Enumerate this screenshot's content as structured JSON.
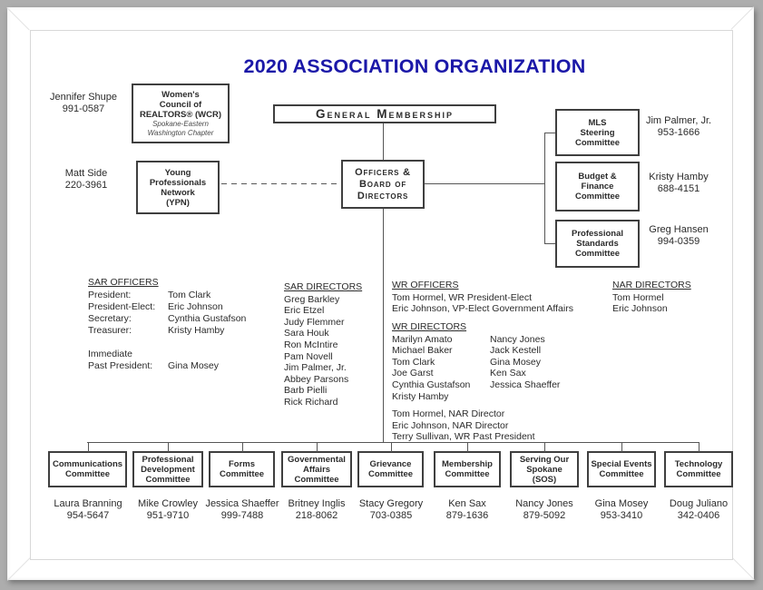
{
  "page": {
    "title": "2020 ASSOCIATION ORGANIZATION",
    "title_color": "#1b18a8",
    "line_color": "#565656"
  },
  "org": {
    "wcr": {
      "name_lines": [
        "Women's",
        "Council of",
        "REALTORS® (WCR)"
      ],
      "chapter_lines": [
        "Spokane-Eastern",
        "Washington Chapter"
      ],
      "contact_name": "Jennifer Shupe",
      "contact_phone": "991-0587"
    },
    "general_membership": {
      "label": "General Membership"
    },
    "ypn": {
      "name_lines": [
        "Young",
        "Professionals",
        "Network",
        "(YPN)"
      ],
      "contact_name": "Matt Side",
      "contact_phone": "220-3961"
    },
    "officers_board": {
      "name_lines": [
        "Officers &",
        "Board of",
        "Directors"
      ]
    },
    "mls": {
      "name_lines": [
        "MLS",
        "Steering",
        "Committee"
      ],
      "contact_name": "Jim Palmer, Jr.",
      "contact_phone": "953-1666"
    },
    "budget": {
      "name_lines": [
        "Budget &",
        "Finance",
        "Committee"
      ],
      "contact_name": "Kristy Hamby",
      "contact_phone": "688-4151"
    },
    "prof_standards": {
      "name_lines": [
        "Professional",
        "Standards",
        "Committee"
      ],
      "contact_name": "Greg Hansen",
      "contact_phone": "994-0359"
    }
  },
  "rosters": {
    "sar_officers": {
      "heading": "SAR OFFICERS",
      "rows": [
        {
          "label": "President:",
          "value": "Tom Clark"
        },
        {
          "label": "President-Elect:",
          "value": "Eric Johnson"
        },
        {
          "label": "Secretary:",
          "value": "Cynthia Gustafson"
        },
        {
          "label": "Treasurer:",
          "value": "Kristy Hamby"
        },
        {
          "label": "",
          "value": ""
        },
        {
          "label": "Immediate",
          "value": ""
        },
        {
          "label": "Past President:",
          "value": "Gina Mosey"
        }
      ]
    },
    "sar_directors": {
      "heading": "SAR DIRECTORS",
      "members": [
        "Greg Barkley",
        "Eric Etzel",
        "Judy Flemmer",
        "Sara Houk",
        "Ron McIntire",
        "Pam Novell",
        "Jim Palmer, Jr.",
        "Abbey Parsons",
        "Barb Pielli",
        "Rick Richard"
      ]
    },
    "wr_officers": {
      "heading": "WR OFFICERS",
      "members": [
        "Tom Hormel, WR President-Elect",
        "Eric Johnson, VP-Elect Government Affairs"
      ]
    },
    "wr_directors": {
      "heading": "WR DIRECTORS",
      "column1": [
        "Marilyn Amato",
        "Michael Baker",
        "Tom Clark",
        "Joe Garst",
        "Cynthia Gustafson",
        "Kristy Hamby"
      ],
      "column2": [
        "Nancy Jones",
        "Jack Kestell",
        "Gina Mosey",
        "Ken Sax",
        "Jessica Shaeffer"
      ],
      "notes": [
        "Tom Hormel, NAR Director",
        "Eric Johnson, NAR Director",
        "Terry Sullivan, WR Past President"
      ]
    },
    "nar_directors": {
      "heading": "NAR DIRECTORS",
      "members": [
        "Tom Hormel",
        "Eric Johnson"
      ]
    }
  },
  "committees": [
    {
      "title_lines": [
        "Communications",
        "Committee"
      ],
      "chair": "Laura Branning",
      "phone": "954-5647"
    },
    {
      "title_lines": [
        "Professional",
        "Development",
        "Committee"
      ],
      "chair": "Mike Crowley",
      "phone": "951-9710"
    },
    {
      "title_lines": [
        "Forms",
        "Committee"
      ],
      "chair": "Jessica Shaeffer",
      "phone": "999-7488"
    },
    {
      "title_lines": [
        "Governmental",
        "Affairs",
        "Committee"
      ],
      "chair": "Britney Inglis",
      "phone": "218-8062"
    },
    {
      "title_lines": [
        "Grievance",
        "Committee"
      ],
      "chair": "Stacy Gregory",
      "phone": "703-0385"
    },
    {
      "title_lines": [
        "Membership",
        "Committee"
      ],
      "chair": "Ken Sax",
      "phone": "879-1636"
    },
    {
      "title_lines": [
        "Serving Our",
        "Spokane",
        "(SOS)"
      ],
      "chair": "Nancy Jones",
      "phone": "879-5092"
    },
    {
      "title_lines": [
        "Special Events",
        "Committee"
      ],
      "chair": "Gina Mosey",
      "phone": "953-3410"
    },
    {
      "title_lines": [
        "Technology",
        "Committee"
      ],
      "chair": "Doug Juliano",
      "phone": "342-0406"
    }
  ]
}
